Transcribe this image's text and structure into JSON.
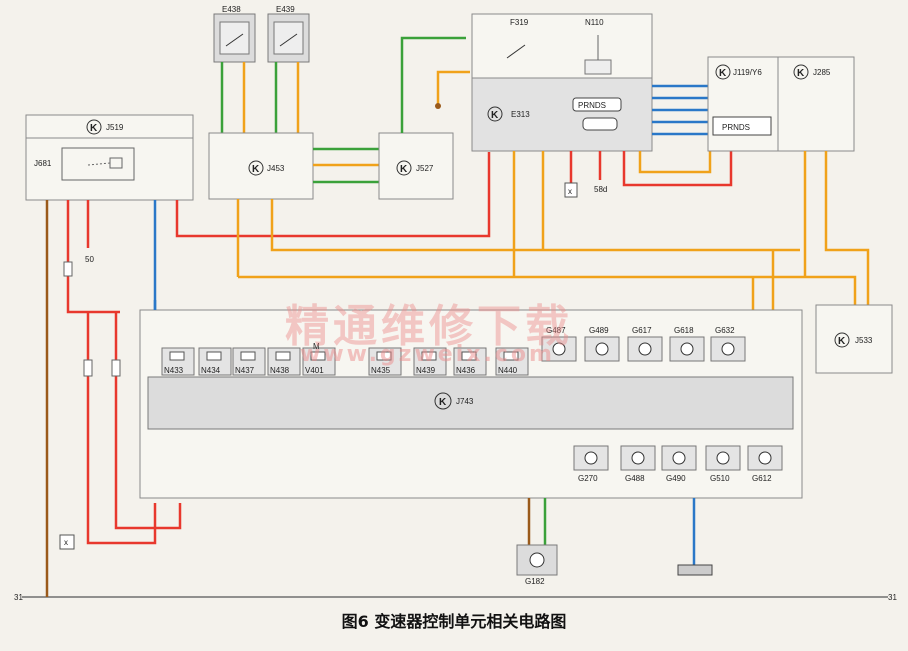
{
  "caption": "图6  变速器控制单元相关电路图",
  "watermark": {
    "title": "精通维修下载",
    "url": "www.gzweix.com"
  },
  "colors": {
    "red": "#e8382d",
    "green": "#3aa13a",
    "orange": "#f0a21a",
    "blue": "#2a78c8",
    "brown": "#9a5a1a",
    "gray_module": "#dcdcdc"
  },
  "ground_label_left": "31",
  "ground_label_right": "31",
  "modules": {
    "j519": "J519",
    "j681": "J681",
    "j453": "J453",
    "j527": "J527",
    "e313": "E313",
    "f319": "F319",
    "n110": "N110",
    "j119": "J119/Y6",
    "j285": "J285",
    "j533": "J533",
    "j743": "J743",
    "e438": "E438",
    "e439": "E439",
    "g182": "G182"
  },
  "e313_display": "PRNDS",
  "j119_display": "PRNDS",
  "terminal_50": "50",
  "terminal_58d": "58d",
  "terminal_x": "x",
  "solenoids_top": [
    "N433",
    "N434",
    "N437",
    "N438",
    "V401",
    "N435",
    "N439",
    "N436",
    "N440"
  ],
  "v401_mark": "M",
  "sensors_top": [
    "G487",
    "G489",
    "G617",
    "G618",
    "G632"
  ],
  "sensors_bottom": [
    "G270",
    "G488",
    "G490",
    "G510",
    "G612"
  ]
}
